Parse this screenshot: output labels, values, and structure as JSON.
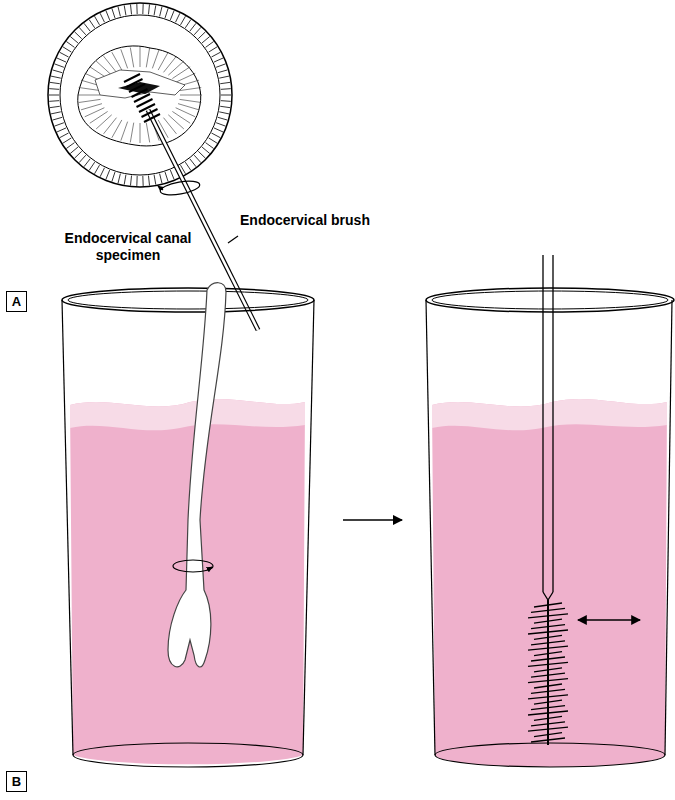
{
  "diagram": {
    "nodes": [
      {
        "text": [
          "A"
        ]
      },
      {
        "text": [
          "B"
        ]
      }
    ],
    "labels": [
      "Endocervical canal specimen",
      "Endocervical brush"
    ]
  }
}
